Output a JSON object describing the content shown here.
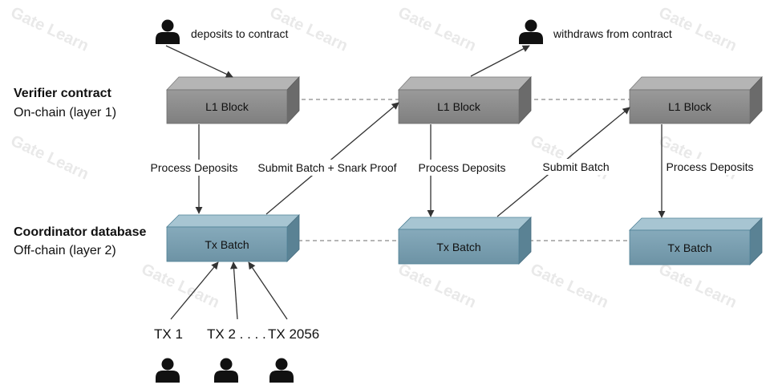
{
  "watermark": "Gate Learn",
  "layers": {
    "layer1": {
      "title": "Verifier contract",
      "subtitle": "On-chain (layer 1)"
    },
    "layer2": {
      "title": "Coordinator database",
      "subtitle": "Off-chain (layer 2)"
    }
  },
  "users": {
    "deposit_label": "deposits to contract",
    "withdraw_label": "withdraws from contract"
  },
  "blocks": {
    "l1_label": "L1 Block",
    "batch_label": "Tx Batch"
  },
  "edges": {
    "process_deposits": "Process Deposits",
    "submit_batch_snark": "Submit Batch + Snark Proof",
    "submit_batch": "Submit Batch"
  },
  "transactions": {
    "tx1": "TX 1",
    "tx2": "TX 2 . . . .",
    "tx2056": "TX 2056"
  },
  "colors": {
    "l1_front": "#8e8e8e",
    "l1_top": "#b0b0b0",
    "l1_side": "#6a6a6a",
    "batch_front": "#7a9fb0",
    "batch_top": "#9cbccb",
    "batch_side": "#5e8496",
    "arrow": "#333333",
    "dashed": "#8a8a8a"
  }
}
